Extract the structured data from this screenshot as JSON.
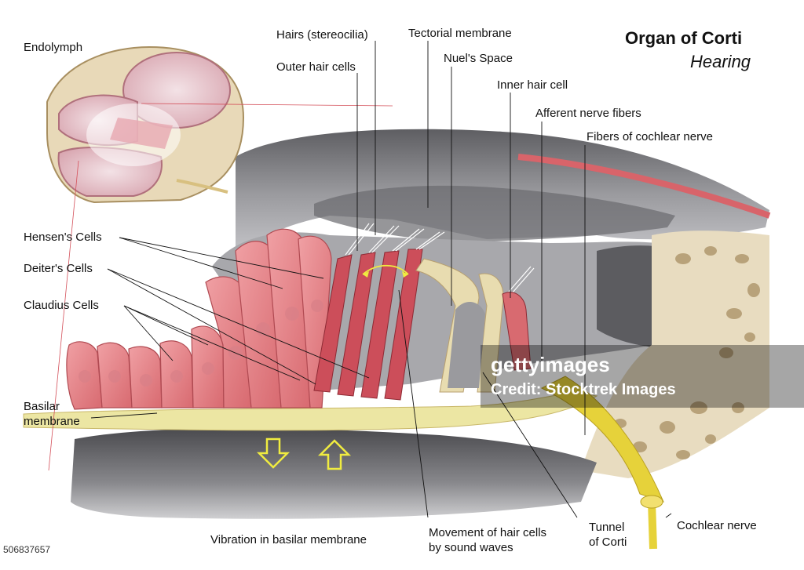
{
  "title": "Organ of Corti",
  "subtitle": "Hearing",
  "labels": {
    "endolymph": "Endolymph",
    "hairs": "Hairs (stereocilia)",
    "outer_hair_cells": "Outer hair cells",
    "tectorial_membrane": "Tectorial membrane",
    "nuels_space": "Nuel's Space",
    "inner_hair_cell": "Inner hair cell",
    "afferent_nerve_fibers": "Afferent nerve fibers",
    "fibers_cochlear_nerve": "Fibers of cochlear nerve",
    "hensens_cells": "Hensen's Cells",
    "deiters_cells": "Deiter's Cells",
    "claudius_cells": "Claudius Cells",
    "basilar_membrane_1": "Basilar",
    "basilar_membrane_2": "membrane",
    "vibration": "Vibration in basilar membrane",
    "movement_1": "Movement of hair cells",
    "movement_2": "by sound waves",
    "tunnel_1": "Tunnel",
    "tunnel_2": "of Corti",
    "cochlear_nerve": "Cochlear nerve"
  },
  "watermark": {
    "brand": "gettyimages",
    "credit": "Credit: Stocktrek Images",
    "image_id": "506837657"
  },
  "colors": {
    "cell_pink": "#e8868a",
    "cell_pink_dark": "#c9565e",
    "membrane_yellow": "#ece6a3",
    "nerve_yellow": "#e6d23a",
    "bone": "#e8dcc0",
    "tissue_gray": "#8a8a8e",
    "arrow_yellow": "#f0ec40"
  }
}
